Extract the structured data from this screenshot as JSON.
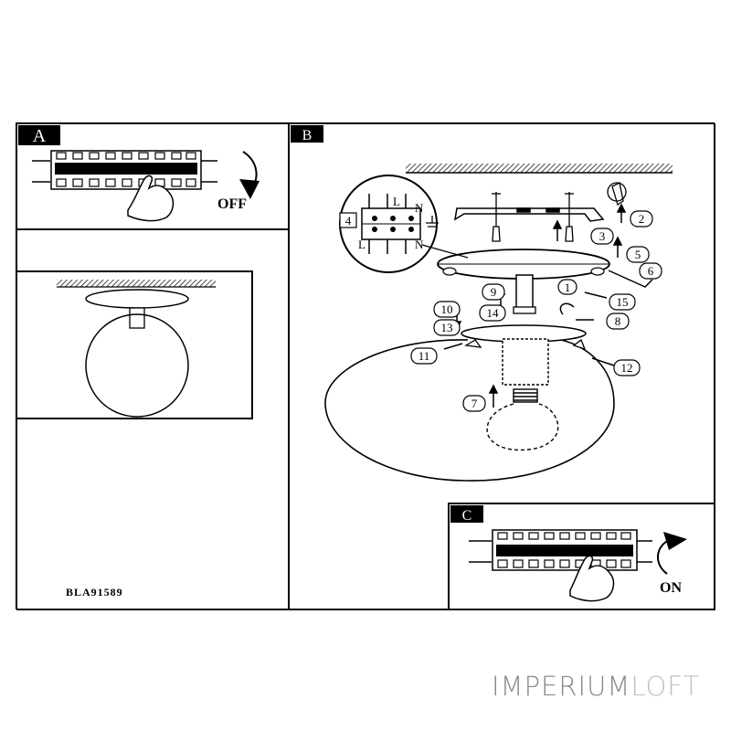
{
  "panels": {
    "a": {
      "letter": "A",
      "action": "OFF"
    },
    "b": {
      "letter": "B"
    },
    "c": {
      "letter": "C",
      "action": "ON"
    }
  },
  "terminal": {
    "left_label": "4",
    "letters": [
      "L",
      "N",
      "L",
      "N"
    ]
  },
  "callouts": [
    "1",
    "2",
    "3",
    "5",
    "6",
    "7",
    "8",
    "9",
    "10",
    "11",
    "12",
    "13",
    "14",
    "15"
  ],
  "model_code": "BLA91589",
  "watermark": {
    "part1": "IMPERIUM",
    "part2": "LOFT"
  }
}
